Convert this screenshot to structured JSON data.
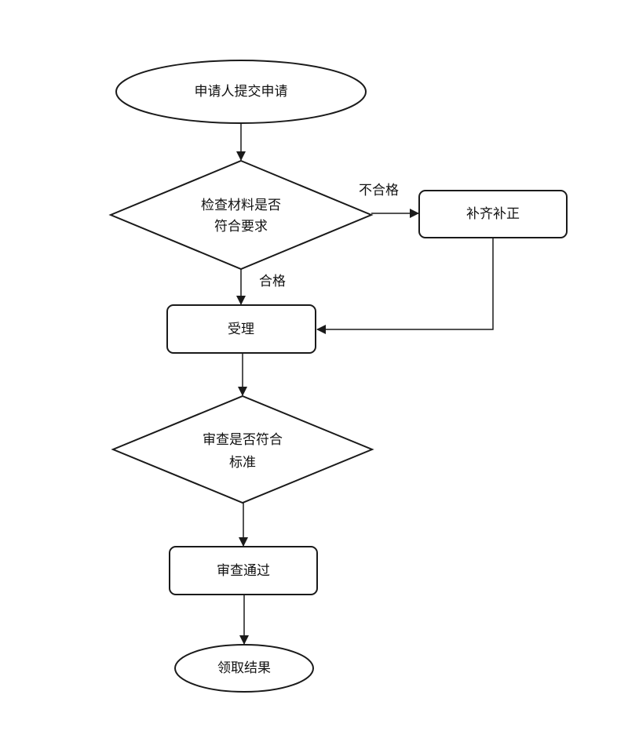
{
  "nodes": {
    "start": {
      "label": "申请人提交申请"
    },
    "check_materials": {
      "line1": "检查材料是否",
      "line2": "符合要求"
    },
    "supplement": {
      "label": "补齐补正"
    },
    "accept": {
      "label": "受理"
    },
    "review_standard": {
      "line1": "审查是否符合",
      "line2": "标准"
    },
    "approved": {
      "label": "审查通过"
    },
    "collect_result": {
      "label": "领取结果"
    }
  },
  "edges": {
    "qualified": {
      "label": "合格"
    },
    "unqualified": {
      "label": "不合格"
    }
  }
}
